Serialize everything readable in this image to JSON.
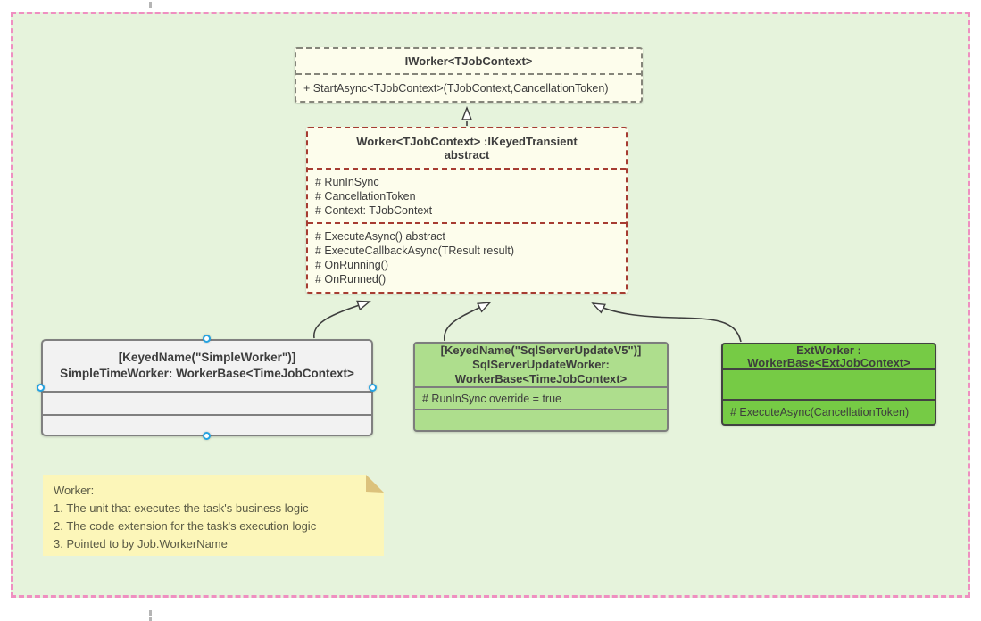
{
  "colors": {
    "page_border_pink": "#ef8fc1",
    "canvas_fill_green": "#e6f3dc",
    "class_fill_ivory": "#fdfdec",
    "abstract_border_red": "#a63c32",
    "interface_border_gray": "#85857a",
    "simple_worker_fill": "#f2f2f2",
    "sql_worker_fill": "#aede8d",
    "ext_worker_fill": "#76cb45",
    "note_fill": "#fcf6b9",
    "note_fold": "#dcc27c",
    "selection_handle_blue": "#25a3e1"
  },
  "iworker": {
    "title": "IWorker<TJobContext>",
    "methods": [
      "+ StartAsync<TJobContext>(TJobContext,CancellationToken)"
    ]
  },
  "worker": {
    "title": "Worker<TJobContext> :IKeyedTransient",
    "stereotype": "abstract",
    "fields": [
      "# RunInSync",
      "# CancellationToken",
      "# Context: TJobContext"
    ],
    "methods": [
      "# ExecuteAsync() abstract",
      "# ExecuteCallbackAsync(TResult result)",
      "# OnRunning()",
      "# OnRunned()"
    ]
  },
  "simple_worker": {
    "title_line1": "[KeyedName(\"SimpleWorker\")]",
    "title_line2": "SimpleTimeWorker: WorkerBase<TimeJobContext>"
  },
  "sql_worker": {
    "title_line1": "[KeyedName(\"SqlServerUpdateV5\")]",
    "title_line2": "SqlServerUpdateWorker:",
    "title_line3": "WorkerBase<TimeJobContext>",
    "fields": [
      "# RunInSync override = true"
    ]
  },
  "ext_worker": {
    "title_line1": "ExtWorker :",
    "title_line2": "WorkerBase<ExtJobContext>",
    "methods": [
      "# ExecuteAsync(CancellationToken)"
    ]
  },
  "note": {
    "lines": [
      "Worker:",
      "1. The unit that executes the task's business logic",
      "2. The code extension for the task's execution logic",
      "3. Pointed to by Job.WorkerName"
    ]
  }
}
